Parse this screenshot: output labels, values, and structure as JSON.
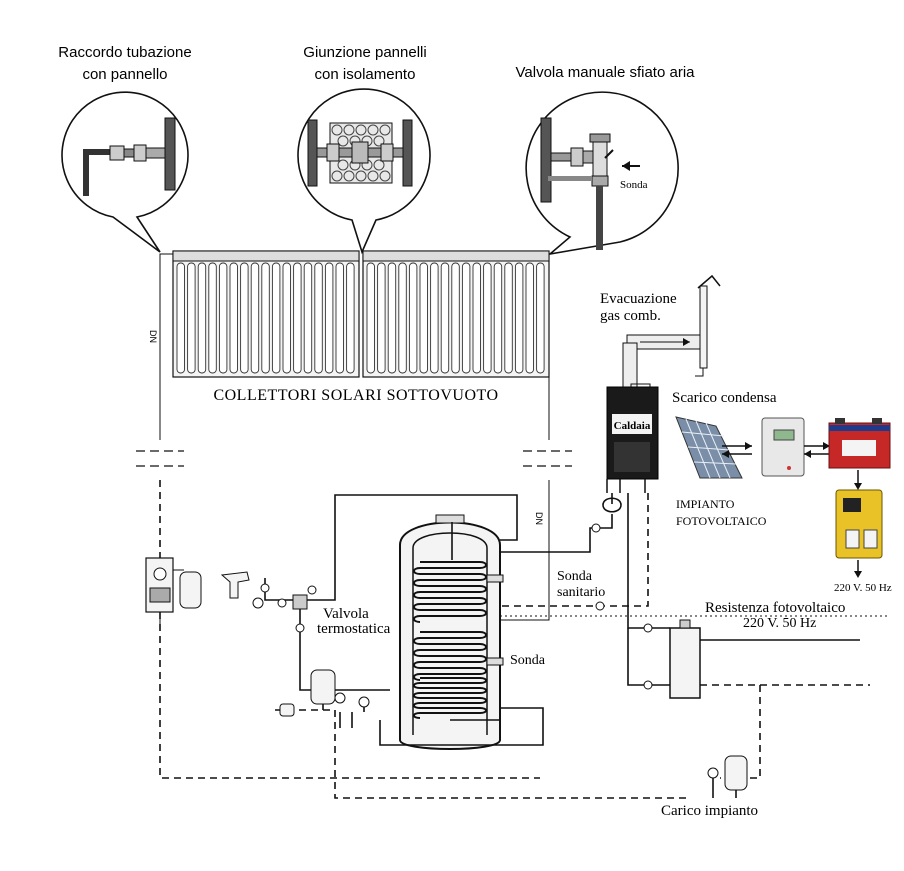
{
  "callouts": [
    {
      "line1": "Raccordo tubazione",
      "line2": "con pannello"
    },
    {
      "line1": "Giunzione pannelli",
      "line2": "con isolamento"
    },
    {
      "line1": "Valvola manuale sfiato aria",
      "line2": ""
    }
  ],
  "callout_sonda": "Sonda",
  "collectors_label": "COLLETTORI  SOLARI  SOTTOVUOTO",
  "flue": {
    "line1": "Evacuazione",
    "line2": "gas comb."
  },
  "condensate_label": "Scarico condensa",
  "boiler_label": "Caldaia",
  "pv": {
    "line1": "IMPIANTO",
    "line2": "FOTOVOLTAICO"
  },
  "inverter_voltage": "220 V. 50 Hz",
  "sonda_sanitario": {
    "line1": "Sonda",
    "line2": "sanitario"
  },
  "resistenza": {
    "line1": "Resistenza fotovoltaico",
    "line2": "220 V.  50 Hz"
  },
  "valvola": {
    "line1": "Valvola",
    "line2": "termostatica"
  },
  "sonda_label": "Sonda",
  "carico_label": "Carico impianto",
  "dn_label": "DN"
}
